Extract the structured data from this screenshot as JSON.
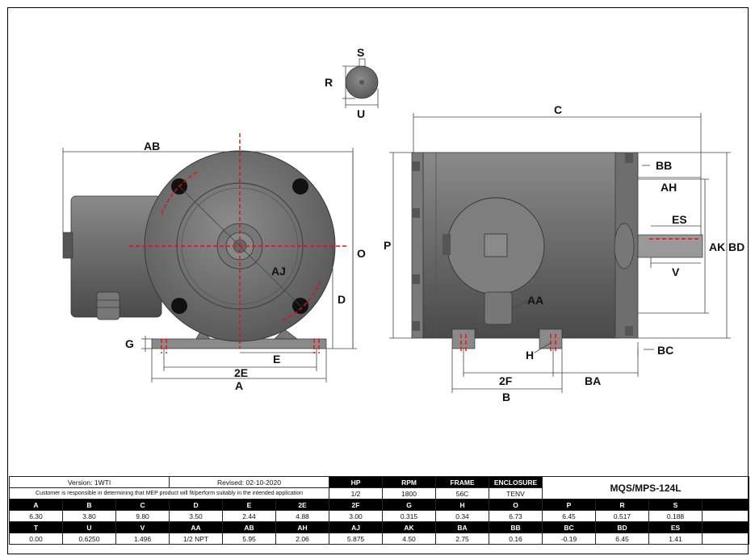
{
  "drawing": {
    "labels": {
      "S": "S",
      "R": "R",
      "U": "U",
      "AB": "AB",
      "AJ": "AJ",
      "O": "O",
      "D": "D",
      "G": "G",
      "E": "E",
      "E2": "2E",
      "A": "A",
      "C": "C",
      "P": "P",
      "BB": "BB",
      "AH": "AH",
      "ES": "ES",
      "AK": "AK",
      "BD": "BD",
      "V": "V",
      "AA": "AA",
      "H": "H",
      "F2": "2F",
      "BA": "BA",
      "B": "B",
      "BC": "BC"
    }
  },
  "title_block": {
    "version": "Version: 1WTI",
    "revised": "Revised: 02-10-2020",
    "disclaimer": "Customer is responsible in determining that MEP product will fit/perform suitably in the intended application",
    "model": "MQS/MPS-124L",
    "spec_headers": [
      "HP",
      "RPM",
      "FRAME",
      "ENCLOSURE"
    ],
    "spec_values": [
      "1/2",
      "1800",
      "56C",
      "TENV"
    ],
    "dim_row1_headers": [
      "A",
      "B",
      "C",
      "D",
      "E",
      "2E",
      "2F",
      "G",
      "H",
      "O",
      "P",
      "R",
      "S",
      ""
    ],
    "dim_row1_values": [
      "6.30",
      "3.80",
      "9.80",
      "3.50",
      "2.44",
      "4.88",
      "3.00",
      "0.315",
      "0.34",
      "6.73",
      "6.45",
      "0.517",
      "0.188",
      ""
    ],
    "dim_row2_headers": [
      "T",
      "U",
      "V",
      "AA",
      "AB",
      "AH",
      "AJ",
      "AK",
      "BA",
      "BB",
      "BC",
      "BD",
      "ES",
      ""
    ],
    "dim_row2_values": [
      "0.00",
      "0.6250",
      "1.496",
      "1/2 NPT",
      "5.95",
      "2.06",
      "5.875",
      "4.50",
      "2.75",
      "0.16",
      "-0.19",
      "6.45",
      "1.41",
      ""
    ]
  }
}
